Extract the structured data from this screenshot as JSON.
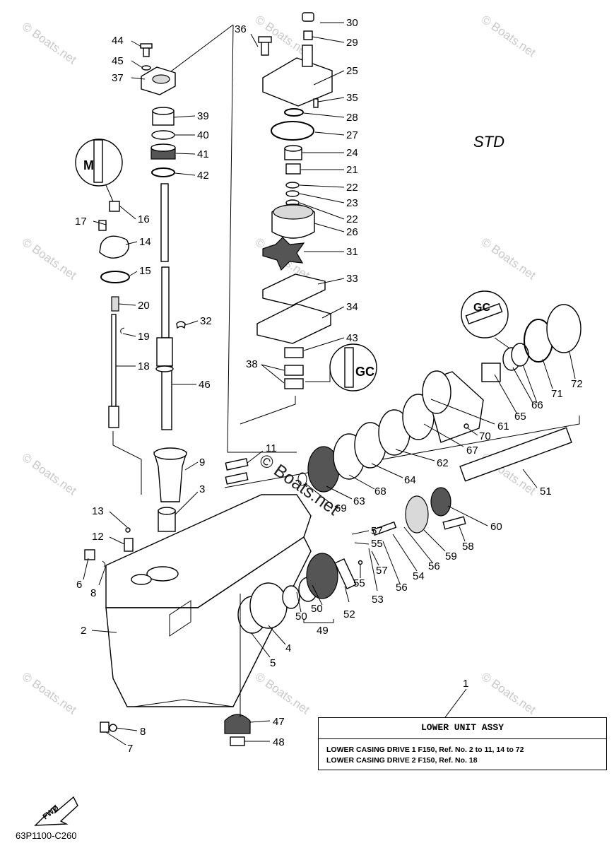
{
  "std_label": "STD",
  "diagram_code": "63P1100-C260",
  "fwd_label": "FWD",
  "watermark_small": "© Boats.net",
  "watermark_large": "© Boats.net",
  "assembly_box": {
    "title": "LOWER UNIT ASSY",
    "line1": "LOWER CASING DRIVE 1 F150, Ref. No. 2 to 11, 14 to 72",
    "line2": "LOWER CASING DRIVE 2 F150, Ref. No. 18"
  },
  "callouts": {
    "c1": "1",
    "c2": "2",
    "c3": "3",
    "c4": "4",
    "c5": "5",
    "c6": "6",
    "c7": "7",
    "c8a": "8",
    "c8b": "8",
    "c9": "9",
    "c11": "11",
    "c12": "12",
    "c13": "13",
    "c14": "14",
    "c15": "15",
    "c16": "16",
    "c17": "17",
    "c18": "18",
    "c19": "19",
    "c20": "20",
    "c21": "21",
    "c22a": "22",
    "c22b": "22",
    "c23": "23",
    "c24": "24",
    "c25": "25",
    "c26": "26",
    "c27": "27",
    "c28": "28",
    "c29": "29",
    "c30": "30",
    "c31": "31",
    "c32": "32",
    "c33": "33",
    "c34": "34",
    "c35": "35",
    "c36": "36",
    "c37": "37",
    "c38": "38",
    "c39": "39",
    "c40": "40",
    "c41": "41",
    "c42": "42",
    "c43": "43",
    "c44": "44",
    "c45": "45",
    "c46": "46",
    "c47": "47",
    "c48": "48",
    "c49": "49",
    "c50a": "50",
    "c50b": "50",
    "c51": "51",
    "c52": "52",
    "c53": "53",
    "c54": "54",
    "c55a": "55",
    "c55b": "55",
    "c56a": "56",
    "c56b": "56",
    "c57a": "57",
    "c57b": "57",
    "c58": "58",
    "c59": "59",
    "c60": "60",
    "c61": "61",
    "c62": "62",
    "c63": "63",
    "c64": "64",
    "c65": "65",
    "c66": "66",
    "c67": "67",
    "c68": "68",
    "c69": "69",
    "c70": "70",
    "c71": "71",
    "c72": "72"
  },
  "icons": [
    "locktite-icon",
    "grease-icon",
    "grease-icon-2",
    "fwd-arrow-icon"
  ]
}
